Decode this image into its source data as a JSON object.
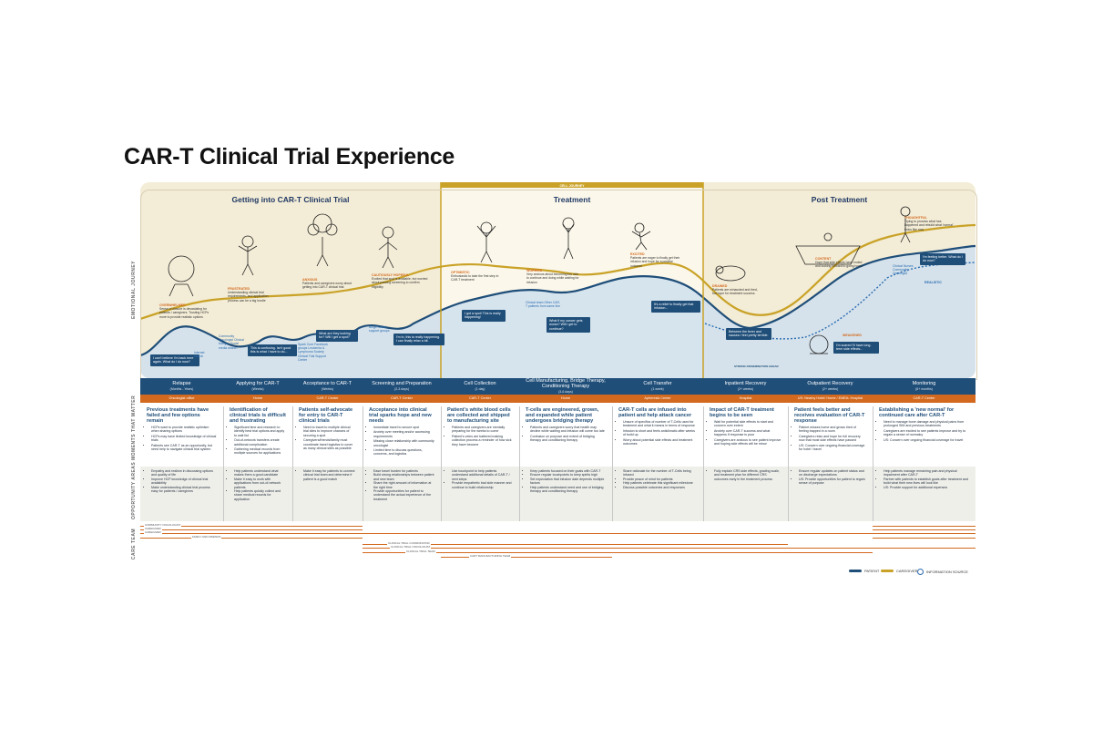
{
  "title": "CAR-T Clinical Trial Experience",
  "phases": {
    "getting_in": "Getting into CAR-T Clinical Trial",
    "cell_journey_tag": "CELL JOURNEY",
    "treatment": "Treatment",
    "post_treatment": "Post Treatment"
  },
  "side_labels": {
    "emotional_journey": "EMOTIONAL JOURNEY",
    "moments": "MOMENTS THAT MATTER",
    "opportunity": "OPPORTUNITY AREAS",
    "care_team": "CARE TEAM"
  },
  "stages": [
    {
      "name": "Relapse",
      "sub": "(Months - Years)"
    },
    {
      "name": "Applying for CAR-T",
      "sub": "(Weeks)"
    },
    {
      "name": "Acceptance to CAR-T",
      "sub": "(Weeks)"
    },
    {
      "name": "Screening and Preparation",
      "sub": "(2-3 days)"
    },
    {
      "name": "Cell Collection",
      "sub": "(1 day)"
    },
    {
      "name": "Cell Manufacturing, Bridge Therapy, Conditioning Therapy",
      "sub": "(3-6 days)"
    },
    {
      "name": "Cell Transfer",
      "sub": "(1 week)"
    },
    {
      "name": "Inpatient Recovery",
      "sub": "(2+ weeks)"
    },
    {
      "name": "Outpatient Recovery",
      "sub": "(2+ weeks)"
    },
    {
      "name": "Monitoring",
      "sub": "(6+ months)"
    }
  ],
  "locations": [
    "Oncologist office",
    "Home",
    "CAR-T Center",
    "CAR-T Center",
    "CAR-T Center",
    "Home",
    "Apheresis Center",
    "Hospital",
    "US: Nearby Hotel/ Home / EMEA: Hospital",
    "CAR-T Center"
  ],
  "moments": [
    {
      "title": "Previous treatments have failed and few options remain",
      "bullets": [
        "HCPs want to provide realistic optimism when sharing options",
        "HCPs may have limited knowledge of clinical trials",
        "Patients see CAR-T as an opportunity, but need help to navigate clinical trial system"
      ]
    },
    {
      "title": "Identification of clinical trials is difficult and frustrating",
      "bullets": [
        "Significant time and research to identify best trial options and apply to wait list",
        "Out-of-network transfers create additional complication",
        "Gathering medical records from multiple sources for applications"
      ]
    },
    {
      "title": "Patients self-advocate for entry to CAR-T clinical trials",
      "bullets": [
        "Need to travel to multiple clinical trial sites to improve chances of securing a spot",
        "Caregivers/friends/family must coordinate travel logistics to cover as many clinical sites as possible"
      ]
    },
    {
      "title": "Acceptance into clinical trial sparks hope and new needs",
      "bullets": [
        "Immediate travel to secure spot",
        "Anxiety over meeting and/or accessing requirements",
        "Missing close relationship with community oncologist",
        "Limited time to discuss questions, concerns, and logistics"
      ]
    },
    {
      "title": "Patient's white blood cells are collected and shipped to manufacturing site",
      "bullets": [
        "Patients and caregivers are mentally preparing for the weeks to come",
        "Patient's veins are battered making collection process a reminder of how sick they have become"
      ]
    },
    {
      "title": "T-cells are engineered, grown, and expanded while patient undergoes bridging therapy",
      "bullets": [
        "Patients and caregivers worry that health may decline while waiting and infusion will come too late",
        "Confusion on purpose and extent of bridging therapy and conditioning therapy"
      ]
    },
    {
      "title": "CAR-T cells are infused into patient and help attack cancer",
      "bullets": [
        "Unsure of specifics of number of T-Cells used for treatment and what it means in terms of response",
        "Infusion is short and feels anticlimatic after weeks of build up",
        "Worry about potential side effects and treatment outcomes"
      ]
    },
    {
      "title": "Impact of CAR-T treatment begins to be seen",
      "bullets": [
        "Wait for potential side effects to start and concern over extent",
        "Anxiety over CAR-T success and what happens if response is poor",
        "Caregivers are anxious to see patient improve and hoping side effects will be minor"
      ]
    },
    {
      "title": "Patient feels better and receives evaluation of CAR-T response",
      "bullets": [
        "Patient misses home and grows tired of feeling trapped in a room",
        "Caregivers relax and hope for full recovery now that most side effects have passed",
        "US: Concern over ongoing financial coverage for hotel / travel"
      ]
    },
    {
      "title": "Establishing a 'new normal' for continued care after CAR-T",
      "bullets": [
        "Need to manage bone damage and physical pains from prolonged SIM and previous treatments",
        "Caregivers are excited to see patients improve and try to regain a sense of normalcy",
        "US: Concern over ongoing financial coverage for travel"
      ]
    }
  ],
  "opportunities": [
    [
      "Empathy and realism in discussing options and quality of life",
      "Improve HCP knowledge of clinical trial availability",
      "Make understanding clinical trial process easy for patients / caregivers"
    ],
    [
      "Help patients understand what makes them a good candidate",
      "Make it easy to work with applications from out-of-network patients",
      "Help patients quickly collect and share medical records for application"
    ],
    [
      "Make it easy for patients to connect clinical trial team and determine if patient is a good match"
    ],
    [
      "Ease travel burden for patients",
      "Build strong relationships between patient and new team",
      "Share the right amount of information at the right time",
      "Provide opportunities for patient to understand the actual experience of the treatment"
    ],
    [
      "Use touchpoint to help patients understand additional details of CAR-T / next steps",
      "Provide empathetic bad side manner and continue to build relationship"
    ],
    [
      "Keep patients focused on their goals with CAR-T",
      "Ensure regular touchpoints to keep spirits high",
      "Set expectation that infusion date depends multiple factors",
      "Help patients understand need and use of bridging therapy and conditioning therapy"
    ],
    [
      "Share rationale for the number of T-Cells being infused",
      "Provide peace of mind for patients",
      "Help patients celebrate this significant milestone",
      "Discuss possible outcomes and responses"
    ],
    [
      "Fully explain CRS side effects, grading scale, and treatment plan for different CRS outcomes early in the treatment process"
    ],
    [
      "Ensure regular updates on patient status and on discharge expectations",
      "US: Provide opportunities for patient to regain sense of purpose"
    ],
    [
      "Help patients manage remaining pain and physical impairment after CAR-T",
      "Partner with patients to establish goals after treatment and build what their new lives will look like",
      "US: Provide support for additional expenses"
    ]
  ],
  "care_team": [
    "COMMUNITY ONCOLOGIST",
    "CAREGIVER",
    "CAREGIVER",
    "FAMILY AND FRIENDS",
    "CLINICAL TRIAL COORDINATOR",
    "CLINICAL TRIAL ONCOLOGIST",
    "CLINICAL TRIAL TEAM",
    "CART MANUFACTURING TEAM"
  ],
  "legend": {
    "patient": "PATIENT",
    "caregiver": "CAREGIVER",
    "info_source": "INFORMATION SOURCE"
  },
  "colors": {
    "patient": "#1f4e79",
    "caregiver": "#c9a227",
    "info_source": "#2b6cb0",
    "location": "#d2691e",
    "tan": "#f3ecd6",
    "blue_bg": "#e3edf7"
  },
  "emotions": [
    {
      "word": "OVERWHELMED",
      "text": "Sense of closure is devastating for patients / caregivers. Trusting HCPs more to provide realistic options"
    },
    {
      "word": "FRUSTRATED",
      "text": "Understanding clinical trial requirements, and application process can be a big hurdle"
    },
    {
      "word": "ANXIOUS",
      "text": "Patients and caregivers worry about getting into CAR-T clinical trial"
    },
    {
      "word": "CAUTIOUSLY HOPEFUL",
      "text": "Excited that spot is available, but worried about passing screening to confirm eligibility"
    },
    {
      "word": "OPTIMISTIC",
      "text": "Enthusiastic to take the first step in CAR-T treatment"
    },
    {
      "word": "WORRIED",
      "text": "Very anxious about becoming too sick to continue and doing while waiting for infusion"
    },
    {
      "word": "EXCITED",
      "text": "Patients are eager to finally get their infusion and hope for a positive outcome"
    },
    {
      "word": "DRAINED",
      "text": "Patients are exhausted and tired, but hope for treatment success"
    },
    {
      "word": "CONTENT",
      "text": "Hope that side effects have ended and looking forward to going home"
    },
    {
      "word": "THOUGHTFUL",
      "text": "Trying to process what has happened and rebuild what 'normal' looks like now"
    },
    {
      "word": "WEAKENED",
      "text": ""
    },
    {
      "word": "REALISTIC",
      "text": ""
    },
    {
      "word": "STRONG DISSEMINATION AHEAD",
      "text": ""
    }
  ],
  "quotes": [
    "I can't believe I'm back here again. What do I do now?",
    "This is confusing. Isn't good this is what I have to do...",
    "What are they looking for? Will I get a spot?",
    "I'm in, this is really happening. I can finally relax a bit.",
    "I got a spot! This is really happening!",
    "What if my cancer gets worse? Will I get to continue?",
    "It's a relief to finally get that infusion...",
    "Between the fever and nausea I feel pretty terrible.",
    "I'm scared I'll have long-term side effects...",
    "I'm feeling better. What do I do now?"
  ],
  "info_sources": [
    "Internet search",
    "Community Oncologist Clinical trial gov Social media search",
    "Spark Cure Facebook groups Leukemia & Lymphoma Society Clinical Trial Support Center",
    "Blogs Social support groups",
    "Clinical team Other CAR-T patients from same line",
    "Clinical Nurses Community Oncologist"
  ]
}
